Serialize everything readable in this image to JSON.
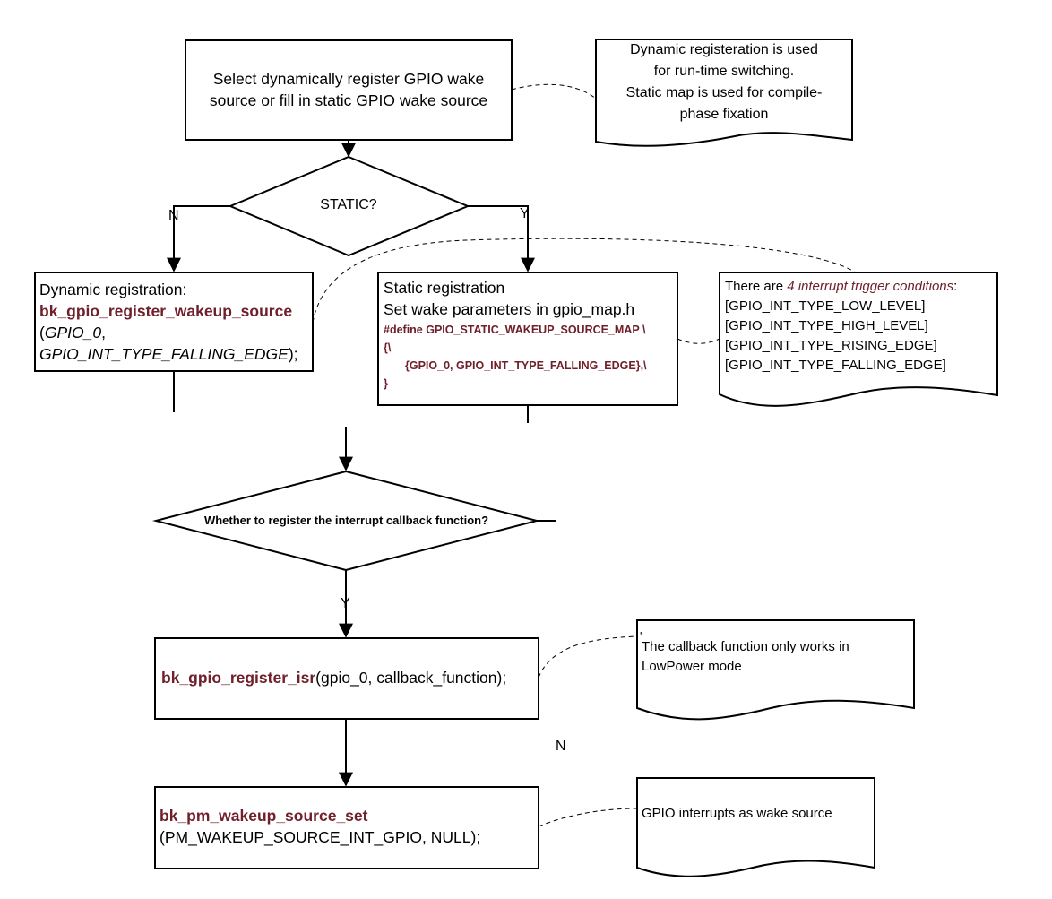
{
  "top_box": {
    "line1": "Select dynamically register GPIO wake",
    "line2": "source or fill in static GPIO wake source"
  },
  "note_top": {
    "line1": "Dynamic registeration is used",
    "line2": "for run-time switching.",
    "line3": "Static map is used for compile-",
    "line4": "phase fixation"
  },
  "decision_static": {
    "label": "STATIC?",
    "no_label": "N",
    "yes_label": "Y"
  },
  "dynamic_box": {
    "title": "Dynamic registration:",
    "function": "bk_gpio_register_wakeup_source",
    "arg1_open": "(",
    "arg1": "GPIO_0",
    "arg1_sep": ",",
    "arg2": "GPIO_INT_TYPE_FALLING_EDGE",
    "close": ");"
  },
  "static_box": {
    "title": "Static registration",
    "subtitle": "Set wake parameters in gpio_map.h",
    "code1": "#define GPIO_STATIC_WAKEUP_SOURCE_MAP  \\",
    "code2": "{\\",
    "code3": "{GPIO_0, GPIO_INT_TYPE_FALLING_EDGE},\\",
    "code4": "}"
  },
  "note_trigger": {
    "prefix": "There are ",
    "highlight": "4 interrupt trigger conditions",
    "suffix": ":",
    "items": [
      "[GPIO_INT_TYPE_LOW_LEVEL]",
      "[GPIO_INT_TYPE_HIGH_LEVEL]",
      "[GPIO_INT_TYPE_RISING_EDGE]",
      "[GPIO_INT_TYPE_FALLING_EDGE]"
    ]
  },
  "decision_callback": {
    "label": "Whether to register the interrupt callback function?",
    "yes_label": "Y",
    "no_label": "N"
  },
  "isr_box": {
    "function": "bk_gpio_register_isr",
    "args": "(gpio_0, callback_function);"
  },
  "note_callback": {
    "tick": "'",
    "line1": "The callback function only works in",
    "line2": "LowPower mode"
  },
  "wakeup_box": {
    "function": "bk_pm_wakeup_source_set",
    "args": "(PM_WAKEUP_SOURCE_INT_GPIO, NULL);"
  },
  "note_wakeup": {
    "line1": "GPIO interrupts as wake source"
  },
  "colors": {
    "function_name": "#70202a",
    "stroke": "#000000",
    "background": "#ffffff"
  }
}
